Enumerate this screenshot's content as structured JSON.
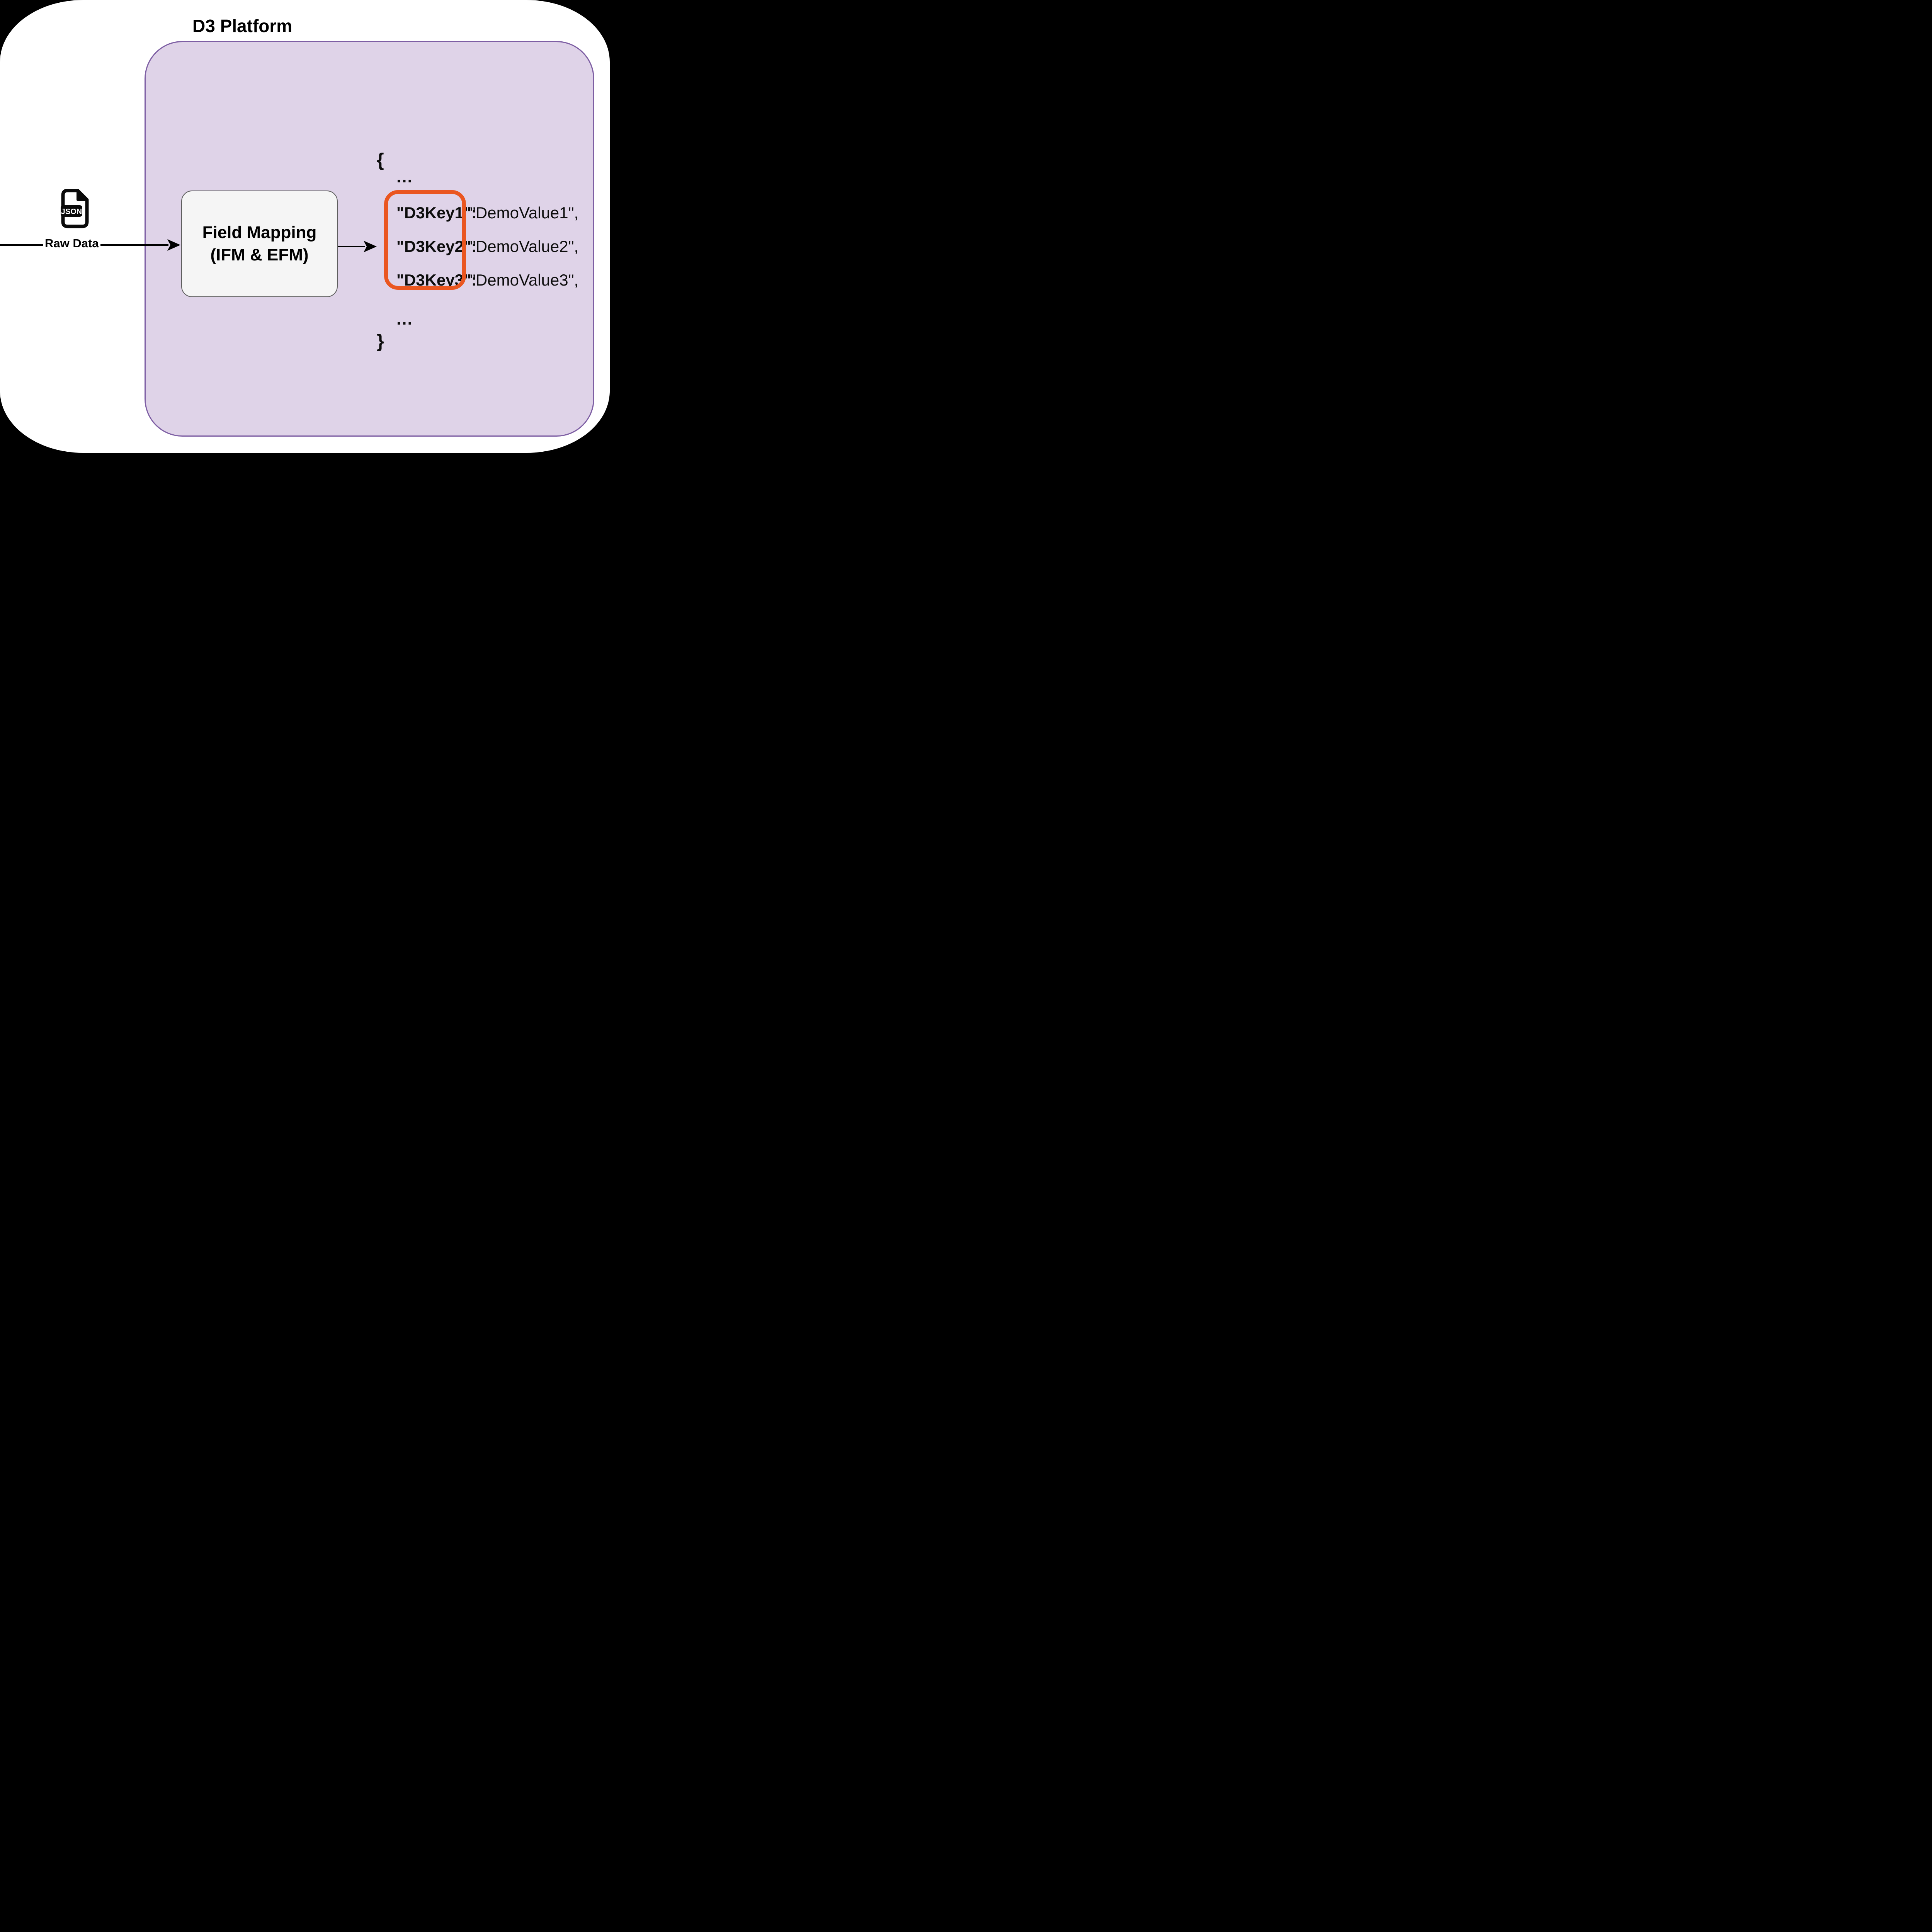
{
  "title": "D3 Platform",
  "colors": {
    "background": "#000000",
    "card": "#ffffff",
    "platform_fill": "#dfd3e8",
    "platform_border": "#7e5fa4",
    "process_fill": "#f5f5f5",
    "process_border": "#5f5f5f",
    "highlight": "#ea5620",
    "text": "#000000"
  },
  "raw_data": {
    "label": "Raw Data",
    "icon_text": "JSON"
  },
  "process_box": {
    "line1": "Field Mapping",
    "line2": "(IFM & EFM)"
  },
  "json_snippet": {
    "open_brace": "{",
    "ellipsis_top": "...",
    "entries": [
      {
        "key": "\"D3Key1\":",
        "value": "\"DemoValue1\","
      },
      {
        "key": "\"D3Key2\":",
        "value": "\"DemoValue2\","
      },
      {
        "key": "\"D3Key3\":",
        "value": "\"DemoValue3\","
      }
    ],
    "ellipsis_bottom": "...",
    "close_brace": "}"
  }
}
